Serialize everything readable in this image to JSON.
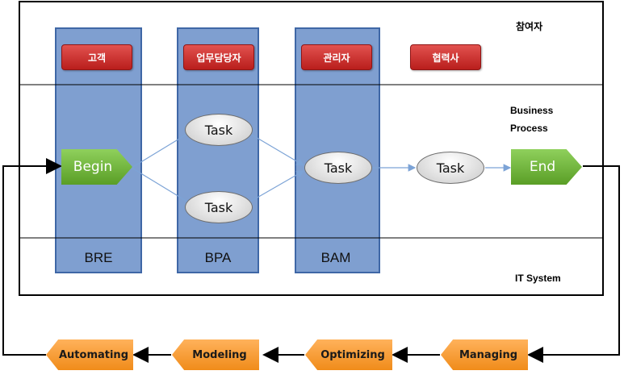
{
  "sections": {
    "participants": "참여자",
    "business_process": [
      "Business",
      "Process"
    ],
    "it_system": "IT System"
  },
  "roles": [
    "고객",
    "업무담당자",
    "관리자",
    "협력사"
  ],
  "columns": [
    "BRE",
    "BPA",
    "BAM"
  ],
  "nodes": {
    "begin": "Begin",
    "end": "End",
    "task": "Task"
  },
  "cycle": [
    "Automating",
    "Modeling",
    "Optimizing",
    "Managing"
  ],
  "colors": {
    "column_fill": "#7f9fd0",
    "column_border": "#3f67a6",
    "role_fill": "#c0302e",
    "start_end_fill": "#6fb23a",
    "cycle_fill": "#f7a23e",
    "connector_blue": "#7ca3d6"
  }
}
